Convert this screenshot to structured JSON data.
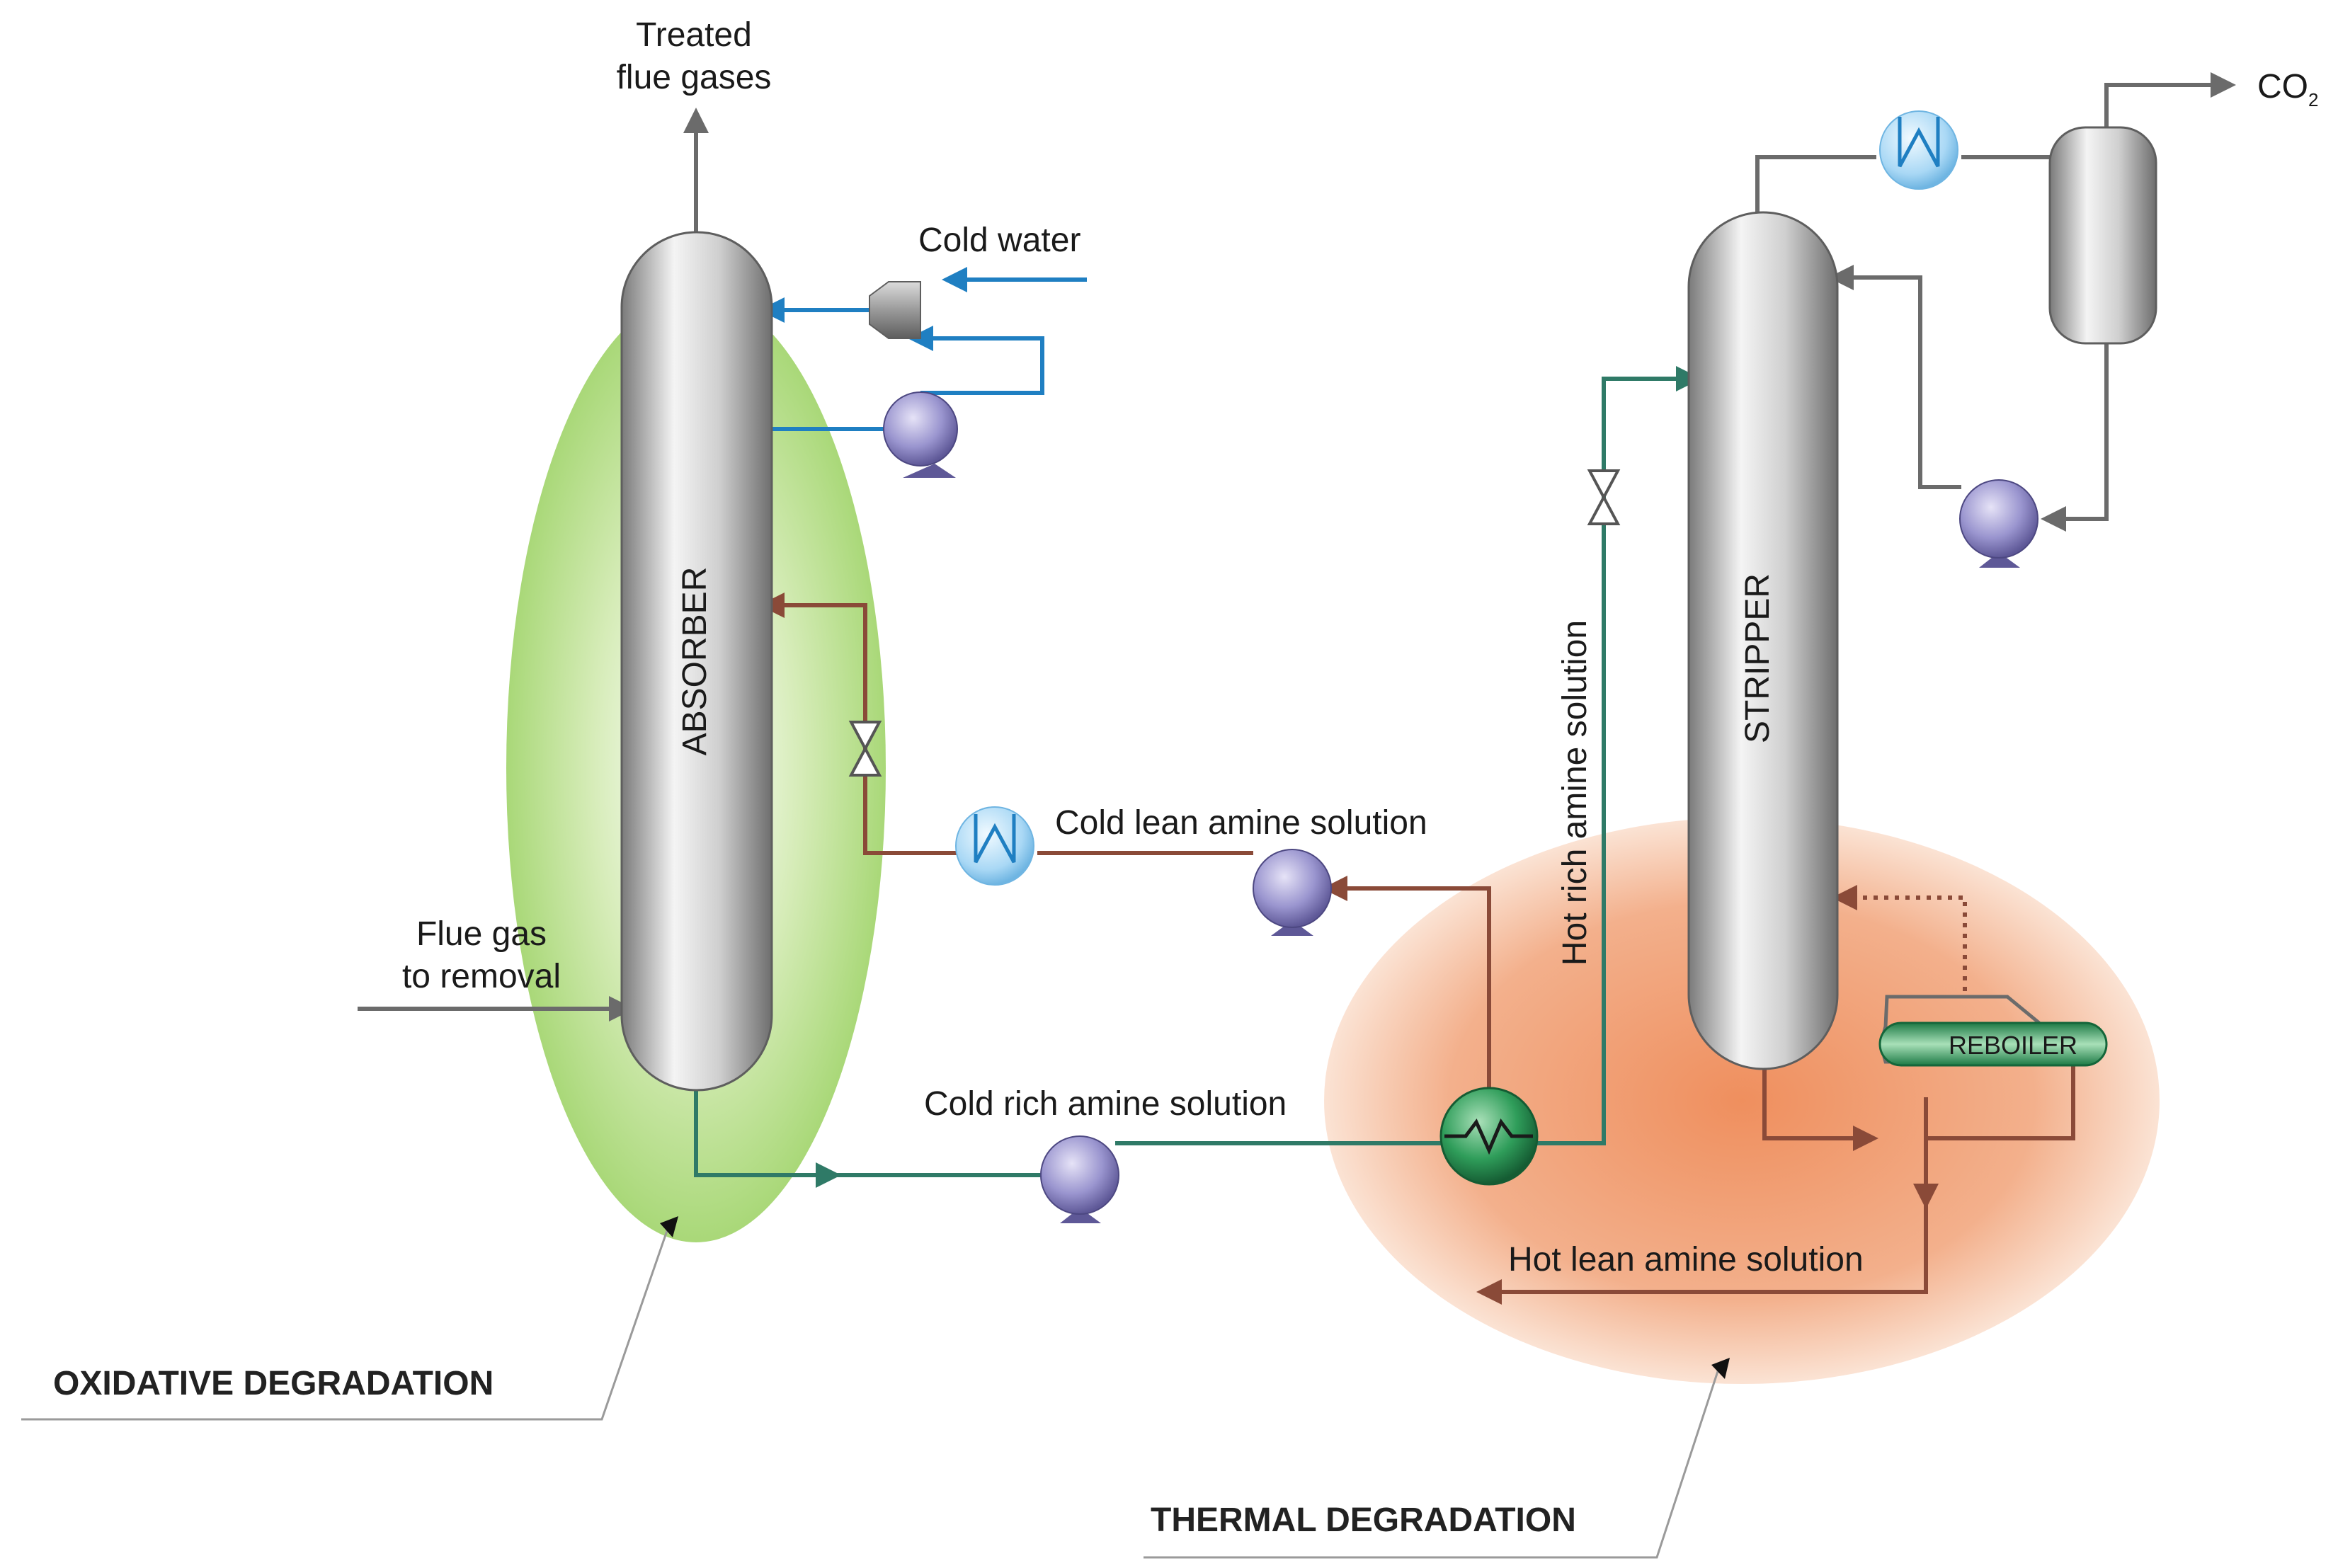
{
  "labels": {
    "treated_line1": "Treated",
    "treated_line2": "flue gases",
    "co2": "CO",
    "co2_sub": "2",
    "cold_water": "Cold water",
    "absorber": "ABSORBER",
    "stripper": "STRIPPER",
    "reboiler": "REBOILER",
    "cold_lean": "Cold lean amine solution",
    "cold_rich": "Cold rich amine solution",
    "hot_rich": "Hot rich amine solution",
    "hot_lean": "Hot lean amine solution",
    "flue_line1": "Flue gas",
    "flue_line2": "to removal",
    "oxidative": "OXIDATIVE DEGRADATION",
    "thermal": "THERMAL DEGRADATION"
  },
  "colors": {
    "gas_line": "#6b6b6b",
    "water_line": "#1f7fc2",
    "lean_line": "#8a4a38",
    "rich_line": "#2f7a67",
    "steam_line": "#8a4a38",
    "oxidative_zone": "#a9d878",
    "thermal_zone": "#ef9a6e",
    "pump": "#8c86c4",
    "cooler": "#9fd2f2"
  },
  "icons": {
    "pump": "pump-icon",
    "cooler": "cooler-icon",
    "valve": "valve-icon",
    "heat_exchanger": "heat-exchanger-icon",
    "cooler_cylinder": "water-cooler-cylinder-icon"
  }
}
